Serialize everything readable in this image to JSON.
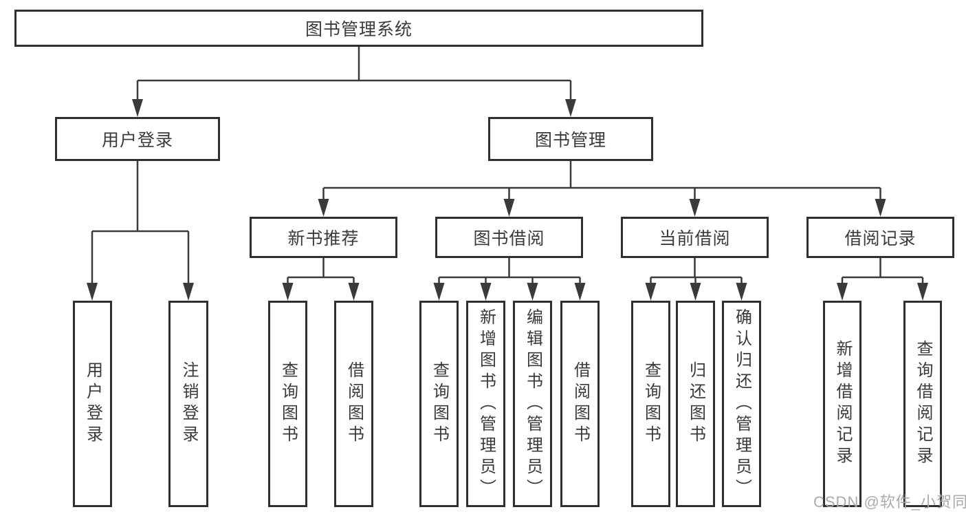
{
  "colors": {
    "line": "#3a3a3a",
    "box_border": "#2f2f2f",
    "text": "#3a3a3a",
    "watermark": "#a5a5a5",
    "background": "#ffffff"
  },
  "watermark": {
    "text": "CSDN @软件_小贺同学"
  },
  "diagram": {
    "root": {
      "label": "图书管理系统"
    },
    "user_login": {
      "label": "用户登录",
      "children": [
        {
          "label": "用户登录"
        },
        {
          "label": "注销登录"
        }
      ]
    },
    "book_mgmt": {
      "label": "图书管理",
      "groups": [
        {
          "label": "新书推荐",
          "children": [
            {
              "label": "查询图书"
            },
            {
              "label": "借阅图书"
            }
          ]
        },
        {
          "label": "图书借阅",
          "children": [
            {
              "label": "查询图书"
            },
            {
              "label": "新增图书（管理员）"
            },
            {
              "label": "编辑图书（管理员）"
            },
            {
              "label": "借阅图书"
            }
          ]
        },
        {
          "label": "当前借阅",
          "children": [
            {
              "label": "查询图书"
            },
            {
              "label": "归还图书"
            },
            {
              "label": "确认归还（管理员）"
            }
          ]
        },
        {
          "label": "借阅记录",
          "children": [
            {
              "label": "新增借阅记录"
            },
            {
              "label": "查询借阅记录"
            }
          ]
        }
      ]
    }
  }
}
